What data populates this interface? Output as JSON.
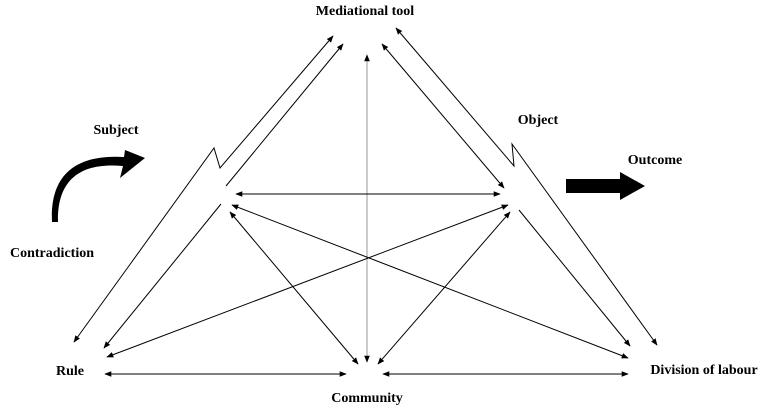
{
  "labels": {
    "mediational_tool": "Mediational tool",
    "subject": "Subject",
    "object": "Object",
    "outcome": "Outcome",
    "contradiction": "Contradiction",
    "rule": "Rule",
    "community": "Community",
    "division_of_labour": "Division of labour"
  }
}
